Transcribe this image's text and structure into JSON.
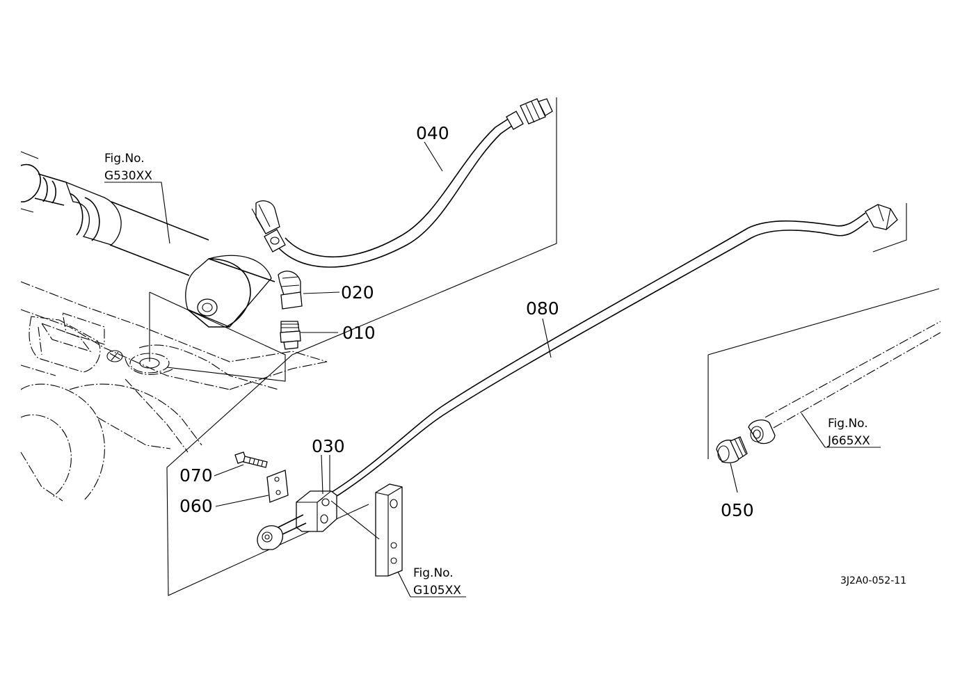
{
  "parts": {
    "p010": "010",
    "p020": "020",
    "p030": "030",
    "p040": "040",
    "p050": "050",
    "p060": "060",
    "p070": "070",
    "p080": "080"
  },
  "refs": {
    "g530": {
      "caption": "Fig.No.",
      "code": "G530XX"
    },
    "g105": {
      "caption": "Fig.No.",
      "code": "G105XX"
    },
    "j665": {
      "caption": "Fig.No.",
      "code": "J665XX"
    }
  },
  "drawing_code": "3J2A0-052-11"
}
